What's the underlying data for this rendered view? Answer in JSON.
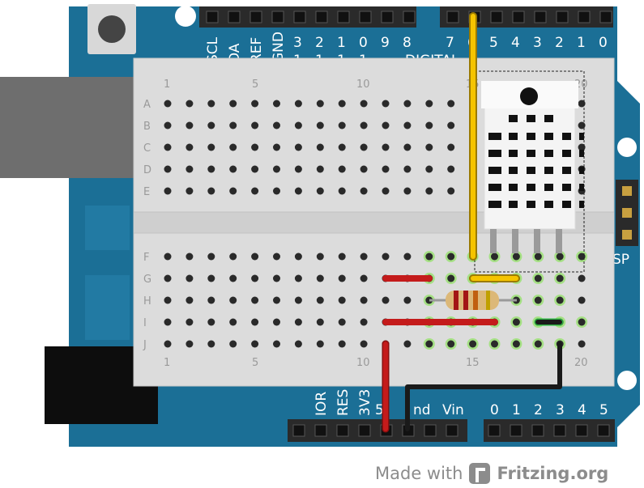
{
  "arduino": {
    "top_pins": [
      "SCL",
      "DA",
      "REF",
      "GND",
      "3",
      "2",
      "1",
      "0",
      "9",
      "8",
      "7",
      "6",
      "5",
      "4",
      "3",
      "2",
      "1",
      "0"
    ],
    "top_sub": [
      "1",
      "1",
      "1",
      "1"
    ],
    "digital_label": "DIGITAL",
    "bottom_pins": [
      "IOR",
      "RES",
      "3V3",
      "5",
      "nd",
      "Vin",
      "0",
      "1",
      "2",
      "3",
      "4",
      "5"
    ],
    "icsp_label": "SP",
    "colors": {
      "board": "#1b6f96",
      "header": "#2a2a2a",
      "usb": "#6e6e6e",
      "power": "#111111"
    }
  },
  "breadboard": {
    "col_labels": [
      "1",
      "5",
      "10",
      "15",
      "20"
    ],
    "row_labels_top": [
      "A",
      "B",
      "C",
      "D",
      "E"
    ],
    "row_labels_bottom": [
      "F",
      "G",
      "H",
      "I",
      "J"
    ]
  },
  "wires": {
    "yellow": "#f5c400",
    "red": "#c41b1b",
    "black": "#1a1a1a"
  },
  "footer": {
    "made_with": "Made with",
    "brand": "Fritzing.org"
  }
}
